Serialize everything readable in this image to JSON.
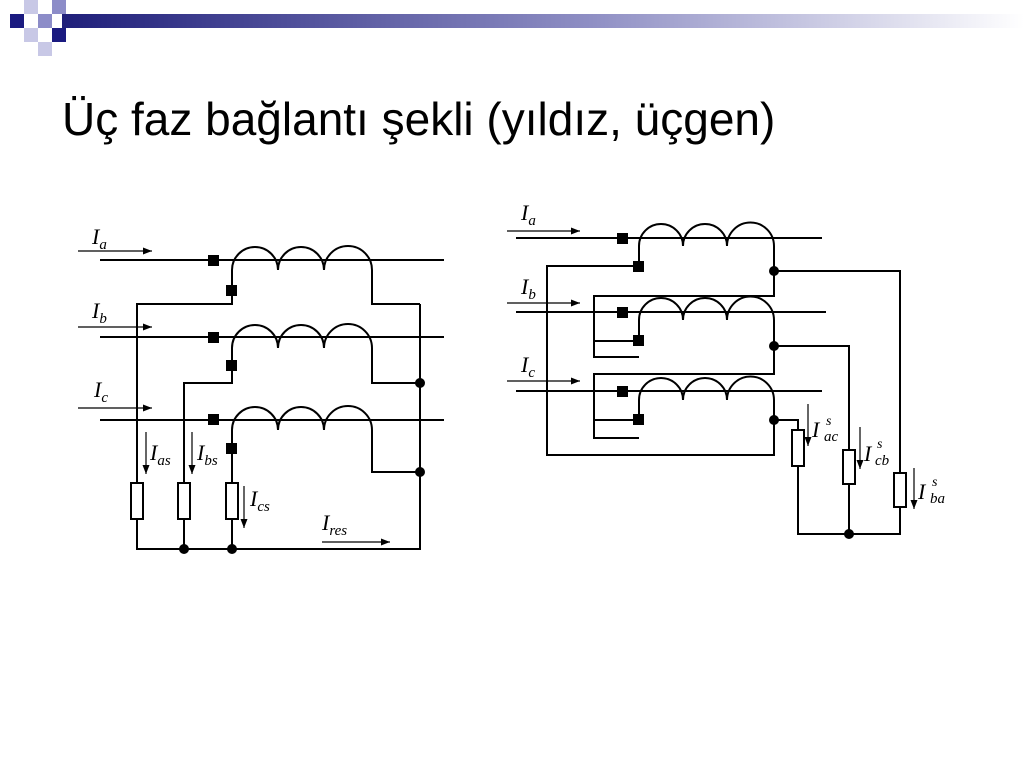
{
  "slide": {
    "title": "Üç faz bağlantı şekli (yıldız, üçgen)"
  },
  "colors": {
    "band_dark": "#1f1f7a",
    "band_light": "#ffffff",
    "square_dark": "#1a1a80",
    "square_mid": "#8c8cc8",
    "square_light": "#c8c8e6",
    "line": "#000000"
  },
  "star": {
    "Ia": {
      "base": "I",
      "sub": "a"
    },
    "Ib": {
      "base": "I",
      "sub": "b"
    },
    "Ic": {
      "base": "I",
      "sub": "c"
    },
    "Ias": {
      "base": "I",
      "sub": "as"
    },
    "Ibs": {
      "base": "I",
      "sub": "bs"
    },
    "Ics": {
      "base": "I",
      "sub": "cs"
    },
    "Ires": {
      "base": "I",
      "sub": "res"
    }
  },
  "delta": {
    "Ia": {
      "base": "I",
      "sub": "a"
    },
    "Ib": {
      "base": "I",
      "sub": "b"
    },
    "Ic": {
      "base": "I",
      "sub": "c"
    },
    "Iac": {
      "base": "I",
      "sub": "ac",
      "sup": "s"
    },
    "Icb": {
      "base": "I",
      "sub": "cb",
      "sup": "s"
    },
    "Iba": {
      "base": "I",
      "sub": "ba",
      "sup": "s"
    }
  }
}
